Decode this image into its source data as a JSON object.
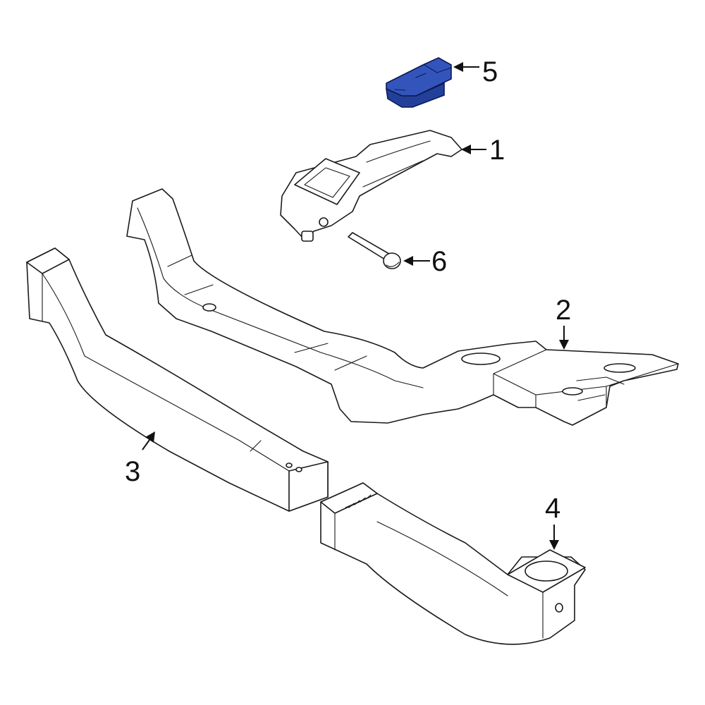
{
  "colors": {
    "background": "#ffffff",
    "part_fill": "#ffffff",
    "outline": "#1a1a1a",
    "highlight_fill": "#3355bb",
    "highlight_shade": "#22409a",
    "highlight_outline": "#0c1a55"
  },
  "callouts": [
    {
      "id": "1",
      "label": "1"
    },
    {
      "id": "2",
      "label": "2"
    },
    {
      "id": "3",
      "label": "3"
    },
    {
      "id": "4",
      "label": "4"
    },
    {
      "id": "5",
      "label": "5"
    },
    {
      "id": "6",
      "label": "6"
    }
  ],
  "highlighted_part": "5"
}
